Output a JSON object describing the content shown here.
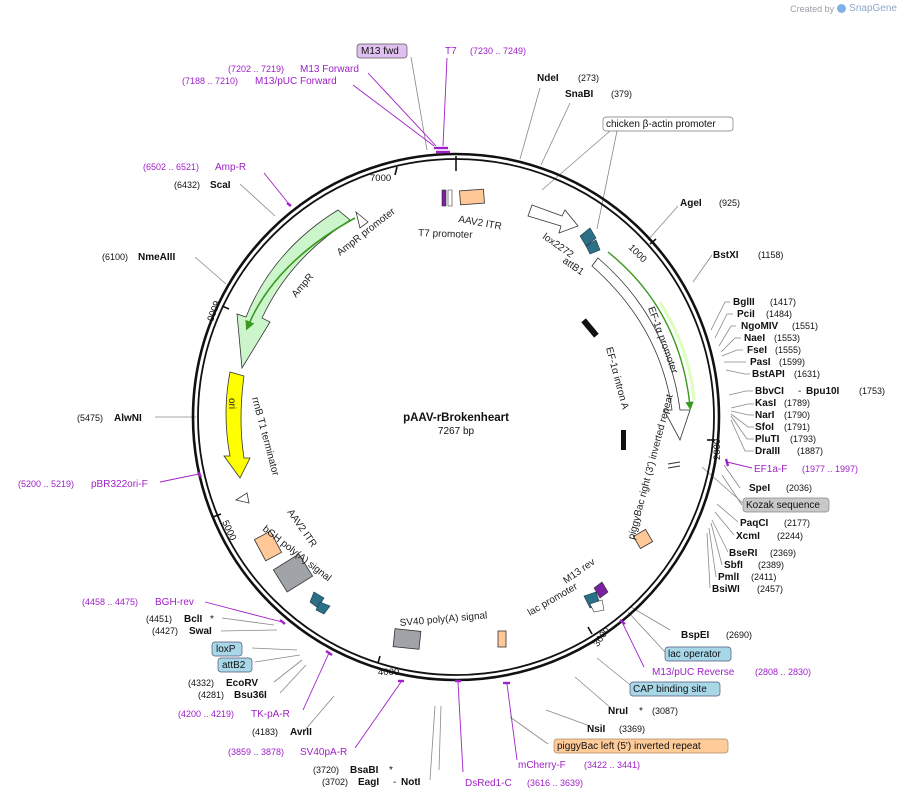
{
  "credit": {
    "created_by": "Created by",
    "brand": "SnapGene"
  },
  "plasmid": {
    "name": "pAAV-rBrokenheart",
    "size": "7267 bp"
  },
  "ticks": {
    "t1000": "1000",
    "t2000": "2000",
    "t3000": "3000",
    "t4000": "4000",
    "t5000": "5000",
    "t6000": "6000",
    "t7000": "7000"
  },
  "features": {
    "chicken_actin": "chicken β-actin promoter",
    "aav2_itr_top": "AAV2 ITR",
    "t7_promoter": "T7 promoter",
    "ampr_promoter": "AmpR promoter",
    "ampr": "AmpR",
    "ori": "ori",
    "rrnb": "rrnB T1 terminator",
    "aav2_itr_bottom": "AAV2 ITR",
    "bgh_polya": "bGH poly(A) signal",
    "sv40_polya": "SV40 poly(A) signal",
    "m13_rev": "M13 rev",
    "lac_promoter": "lac promoter",
    "piggybac_right": "piggyBac right (3') inverted repeat",
    "ef1a_promoter": "EF-1α promoter",
    "ef1a_intron": "EF-1α intron A",
    "lox2272": "lox2272",
    "attb1": "attB1"
  },
  "boxes": {
    "m13_fwd": "M13 fwd",
    "chicken_actin": "chicken β-actin promoter",
    "kozak": "Kozak sequence",
    "lac_operator": "lac operator",
    "cap_site": "CAP binding site",
    "piggybac_left": "piggyBac left (5') inverted repeat",
    "loxp": "loxP",
    "attb2": "attB2"
  },
  "sites": {
    "ndei": {
      "name": "NdeI",
      "pos": "(273)"
    },
    "snabi": {
      "name": "SnaBI",
      "pos": "(379)"
    },
    "agei": {
      "name": "AgeI",
      "pos": "(925)"
    },
    "bstxi": {
      "name": "BstXI",
      "pos": "(1158)"
    },
    "bglii": {
      "name": "BglII",
      "pos": "(1417)"
    },
    "pcii": {
      "name": "PciI",
      "pos": "(1484)"
    },
    "ngomiv": {
      "name": "NgoMIV",
      "pos": "(1551)"
    },
    "naei": {
      "name": "NaeI",
      "pos": "(1553)"
    },
    "fsei": {
      "name": "FseI",
      "pos": "(1555)"
    },
    "pasi": {
      "name": "PasI",
      "pos": "(1599)"
    },
    "bstapi": {
      "name": "BstAPI",
      "pos": "(1631)"
    },
    "bbvci": {
      "name": "BbvCI",
      "sep": "-",
      "name2": "Bpu10I",
      "pos": "(1753)"
    },
    "kasi": {
      "name": "KasI",
      "pos": "(1789)"
    },
    "nari": {
      "name": "NarI",
      "pos": "(1790)"
    },
    "sfoi": {
      "name": "SfoI",
      "pos": "(1791)"
    },
    "pluti": {
      "name": "PluTI",
      "pos": "(1793)"
    },
    "draiii": {
      "name": "DraIII",
      "pos": "(1887)"
    },
    "spei": {
      "name": "SpeI",
      "pos": "(2036)"
    },
    "paqci": {
      "name": "PaqCI",
      "pos": "(2177)"
    },
    "xcmi": {
      "name": "XcmI",
      "pos": "(2244)"
    },
    "bseri": {
      "name": "BseRI",
      "pos": "(2369)"
    },
    "sbfi": {
      "name": "SbfI",
      "pos": "(2389)"
    },
    "pmli": {
      "name": "PmlI",
      "pos": "(2411)"
    },
    "bsiwi": {
      "name": "BsiWI",
      "pos": "(2457)"
    },
    "bspei": {
      "name": "BspEI",
      "pos": "(2690)"
    },
    "nrui": {
      "name": "NruI",
      "star": "*",
      "pos": "(3087)"
    },
    "nsii": {
      "name": "NsiI",
      "pos": "(3369)"
    },
    "bsabi": {
      "pos": "(3720)",
      "name": "BsaBI",
      "star": "*"
    },
    "eagi": {
      "pos": "(3702)",
      "name": "EagI",
      "sep": "-",
      "name2": "NotI"
    },
    "avrii": {
      "pos": "(4183)",
      "name": "AvrII"
    },
    "bsu36i": {
      "pos": "(4281)",
      "name": "Bsu36I"
    },
    "ecorv": {
      "pos": "(4332)",
      "name": "EcoRV"
    },
    "swai": {
      "pos": "(4427)",
      "name": "SwaI"
    },
    "bcli": {
      "pos": "(4451)",
      "name": "BclI",
      "star": "*"
    },
    "alwni": {
      "pos": "(5475)",
      "name": "AlwNI"
    },
    "nmeaiii": {
      "pos": "(6100)",
      "name": "NmeAIII"
    },
    "scai": {
      "pos": "(6432)",
      "name": "ScaI"
    }
  },
  "primers": {
    "t7": {
      "name": "T7",
      "range": "(7230 .. 7249)"
    },
    "m13_forward": {
      "range": "(7202 .. 7219)",
      "name": "M13 Forward"
    },
    "m13_puc_forward": {
      "range": "(7188 .. 7210)",
      "name": "M13/pUC Forward"
    },
    "amp_r": {
      "range": "(6502 .. 6521)",
      "name": "Amp-R"
    },
    "pbr322ori": {
      "range": "(5200 .. 5219)",
      "name": "pBR322ori-F"
    },
    "bgh_rev": {
      "range": "(4458 .. 4475)",
      "name": "BGH-rev"
    },
    "tk_pa_r": {
      "range": "(4200 .. 4219)",
      "name": "TK-pA-R"
    },
    "sv40pa_r": {
      "range": "(3859 .. 3878)",
      "name": "SV40pA-R"
    },
    "dsred1_c": {
      "name": "DsRed1-C",
      "range": "(3616 .. 3639)"
    },
    "mcherry_f": {
      "name": "mCherry-F",
      "range": "(3422 .. 3441)"
    },
    "m13_puc_reverse": {
      "name": "M13/pUC Reverse",
      "range": "(2808 .. 2830)"
    },
    "ef1a_f": {
      "name": "EF1a-F",
      "range": "(1977 .. 1997)"
    }
  },
  "colors": {
    "primer": "#a020c8",
    "ampr_fill": "#ccf5cc",
    "ori_fill": "#ffff00",
    "itr_fill": "#ffc896",
    "polya_fill": "#a0a4a8",
    "site_teal": "#2c7088",
    "gray_box": "#c8c8c8",
    "blue_box": "#a8d8e8",
    "orange_box": "#ffcc99",
    "purple_box": "#e0c0f0"
  }
}
